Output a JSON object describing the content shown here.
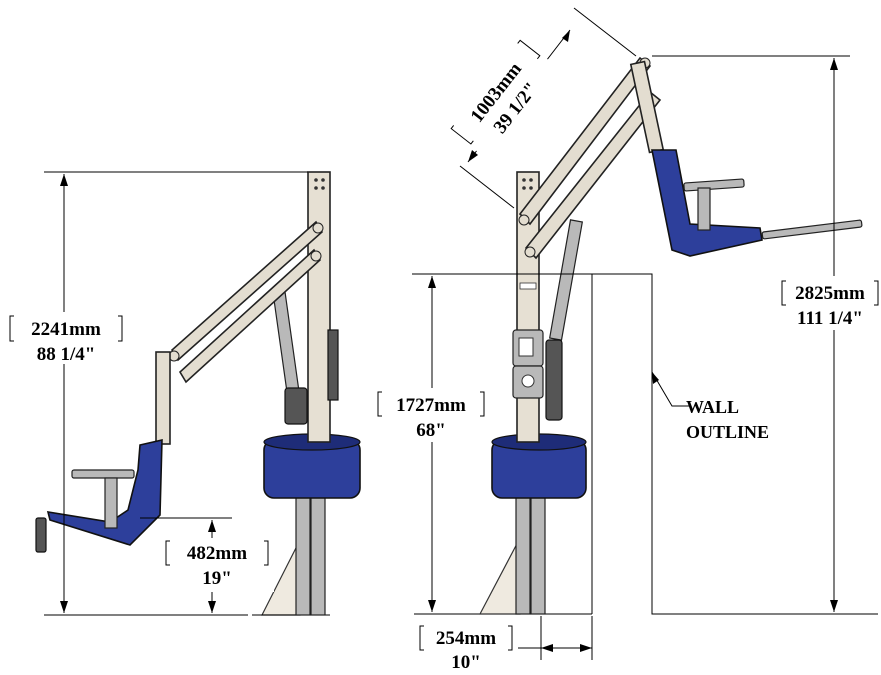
{
  "dimensions": {
    "left_total_height": {
      "metric": "2241mm",
      "imperial": "88 1/4\""
    },
    "left_seat_height": {
      "metric": "482mm",
      "imperial": "19\""
    },
    "right_arm_length": {
      "metric": "1003mm",
      "imperial": "39 1/2\""
    },
    "right_wall_height": {
      "metric": "1727mm",
      "imperial": "68\""
    },
    "right_total_height": {
      "metric": "2825mm",
      "imperial": "111 1/4\""
    },
    "right_offset": {
      "metric": "254mm",
      "imperial": "10\""
    }
  },
  "labels": {
    "wall_line1": "WALL",
    "wall_line2": "OUTLINE"
  },
  "colors": {
    "seat_blue": "#2d3f9b",
    "frame": "#e6e0d3"
  }
}
